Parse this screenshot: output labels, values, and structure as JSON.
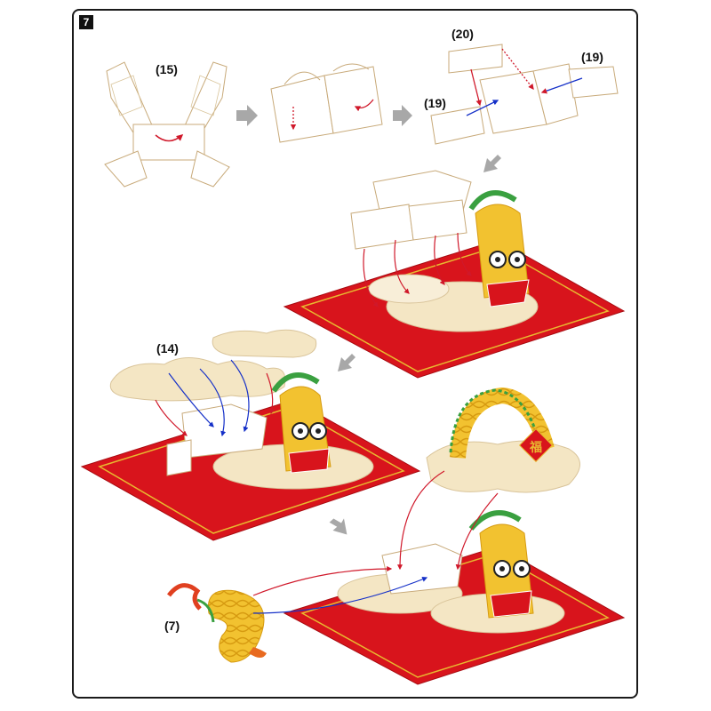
{
  "step_number": "7",
  "part_labels": {
    "p15": "(15)",
    "p20": "(20)",
    "p19_right": "(19)",
    "p19_left": "(19)",
    "p14": "(14)",
    "p7": "(7)"
  },
  "fu_character": "福",
  "colors": {
    "arrow_red": "#d0182a",
    "arrow_blue": "#1530c8",
    "step_arrow": "#a8a8a8",
    "mat_red": "#d8141c",
    "mat_gold": "#e8b830",
    "cloud": "#f4e6c4",
    "dragon_green": "#3aa040",
    "dragon_yellow": "#f2c230"
  },
  "icons": [
    "step-arrow-icon",
    "cloud-icon",
    "dragon-head-icon",
    "dragon-body-icon",
    "fu-charm-icon"
  ]
}
